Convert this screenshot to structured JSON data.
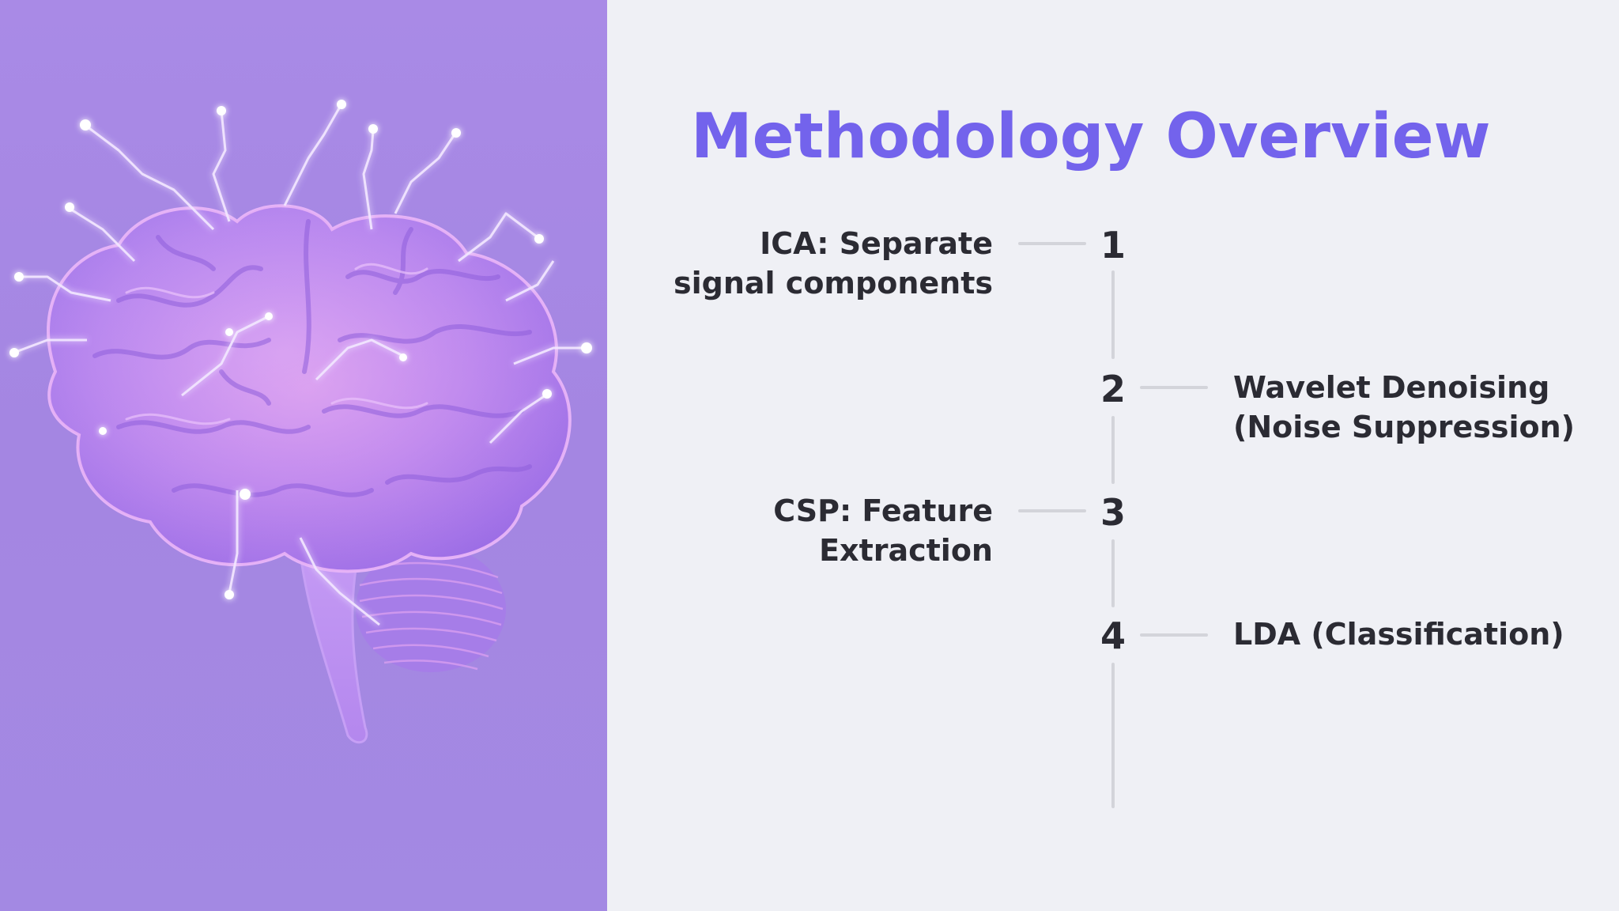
{
  "slide": {
    "title": "Methodology Overview"
  },
  "image": {
    "subject": "brain-illustration-icon"
  },
  "timeline": {
    "steps": [
      {
        "number": "1",
        "label_line1": "ICA: Separate",
        "label_line2": "signal components",
        "side": "left"
      },
      {
        "number": "2",
        "label_line1": "Wavelet Denoising",
        "label_line2": "(Noise Suppression)",
        "side": "right"
      },
      {
        "number": "3",
        "label_line1": "CSP: Feature",
        "label_line2": "Extraction",
        "side": "left"
      },
      {
        "number": "4",
        "label_line1": "LDA (Classification)",
        "label_line2": "",
        "side": "right"
      }
    ]
  },
  "colors": {
    "title": "#7363ec",
    "text": "#2b2b33",
    "line": "#d3d4da",
    "panel": "#a98ae6",
    "background": "#eff0f5"
  }
}
